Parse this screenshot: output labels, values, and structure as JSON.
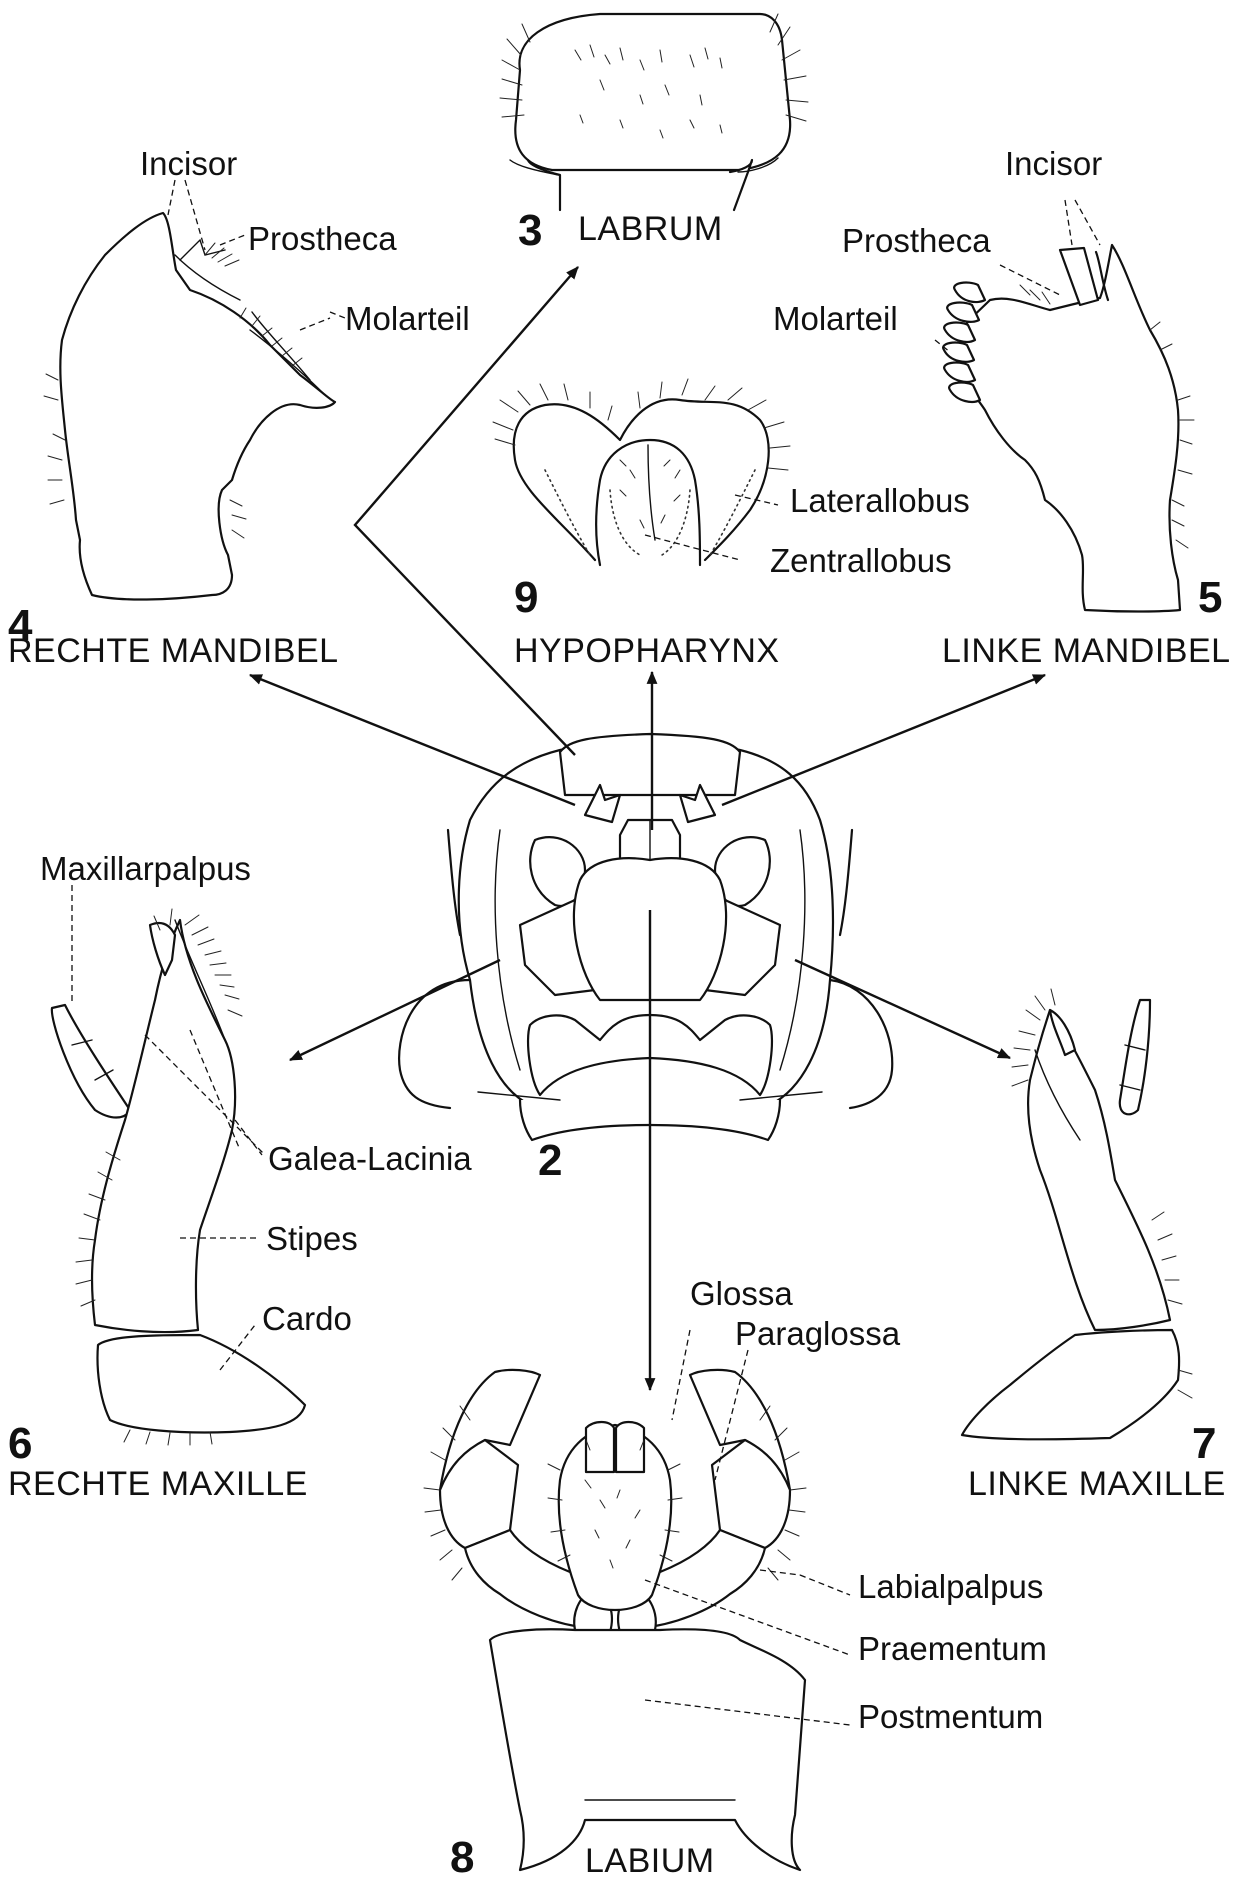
{
  "figures": {
    "labrum": {
      "number": "3",
      "title": "LABRUM"
    },
    "r_mand": {
      "number": "4",
      "title": "RECHTE MANDIBEL"
    },
    "l_mand": {
      "number": "5",
      "title": "LINKE MANDIBEL"
    },
    "hypo": {
      "number": "9",
      "title": "HYPOPHARYNX"
    },
    "head": {
      "number": "2"
    },
    "r_max": {
      "number": "6",
      "title": "RECHTE MAXILLE"
    },
    "l_max": {
      "number": "7",
      "title": "LINKE MAXILLE"
    },
    "labium": {
      "number": "8",
      "title": "LABIUM"
    }
  },
  "labels": {
    "incisor": "Incisor",
    "prostheca": "Prostheca",
    "molarteil": "Molarteil",
    "laterallobus": "Laterallobus",
    "zentrallobus": "Zentrallobus",
    "maxillarpalpus": "Maxillarpalpus",
    "galea_lacinia": "Galea-Lacinia",
    "stipes": "Stipes",
    "cardo": "Cardo",
    "glossa": "Glossa",
    "paraglossa": "Paraglossa",
    "labialpalpus": "Labialpalpus",
    "praementum": "Praementum",
    "postmentum": "Postmentum"
  }
}
